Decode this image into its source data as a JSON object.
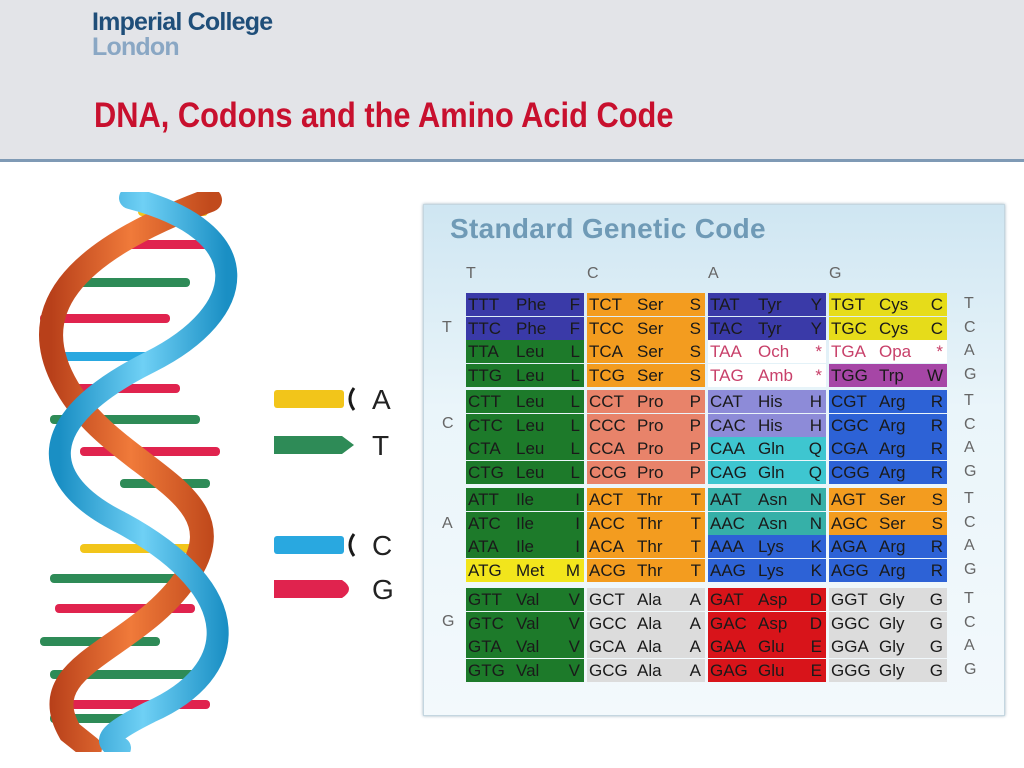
{
  "header": {
    "logo_line1": "Imperial College",
    "logo_line2": "London",
    "title": "DNA, Codons and the Amino Acid Code"
  },
  "legend": {
    "items": [
      {
        "label": "A",
        "color": "#f5c400"
      },
      {
        "label": "T",
        "color": "#2e8b57"
      },
      {
        "label": "C",
        "color": "#29a8e0"
      },
      {
        "label": "G",
        "color": "#e0234e"
      }
    ]
  },
  "table": {
    "title": "Standard Genetic Code",
    "second_bases": [
      "T",
      "C",
      "A",
      "G"
    ],
    "first_bases": [
      "T",
      "C",
      "A",
      "G"
    ],
    "third_bases": [
      "T",
      "C",
      "A",
      "G"
    ],
    "rows": [
      [
        [
          "TTT",
          "Phe",
          "F"
        ],
        [
          "TCT",
          "Ser",
          "S"
        ],
        [
          "TAT",
          "Tyr",
          "Y"
        ],
        [
          "TGT",
          "Cys",
          "C"
        ]
      ],
      [
        [
          "TTC",
          "Phe",
          "F"
        ],
        [
          "TCC",
          "Ser",
          "S"
        ],
        [
          "TAC",
          "Tyr",
          "Y"
        ],
        [
          "TGC",
          "Cys",
          "C"
        ]
      ],
      [
        [
          "TTA",
          "Leu",
          "L"
        ],
        [
          "TCA",
          "Ser",
          "S"
        ],
        [
          "TAA",
          "Och",
          "*"
        ],
        [
          "TGA",
          "Opa",
          "*"
        ]
      ],
      [
        [
          "TTG",
          "Leu",
          "L"
        ],
        [
          "TCG",
          "Ser",
          "S"
        ],
        [
          "TAG",
          "Amb",
          "*"
        ],
        [
          "TGG",
          "Trp",
          "W"
        ]
      ],
      [
        [
          "CTT",
          "Leu",
          "L"
        ],
        [
          "CCT",
          "Pro",
          "P"
        ],
        [
          "CAT",
          "His",
          "H"
        ],
        [
          "CGT",
          "Arg",
          "R"
        ]
      ],
      [
        [
          "CTC",
          "Leu",
          "L"
        ],
        [
          "CCC",
          "Pro",
          "P"
        ],
        [
          "CAC",
          "His",
          "H"
        ],
        [
          "CGC",
          "Arg",
          "R"
        ]
      ],
      [
        [
          "CTA",
          "Leu",
          "L"
        ],
        [
          "CCA",
          "Pro",
          "P"
        ],
        [
          "CAA",
          "Gln",
          "Q"
        ],
        [
          "CGA",
          "Arg",
          "R"
        ]
      ],
      [
        [
          "CTG",
          "Leu",
          "L"
        ],
        [
          "CCG",
          "Pro",
          "P"
        ],
        [
          "CAG",
          "Gln",
          "Q"
        ],
        [
          "CGG",
          "Arg",
          "R"
        ]
      ],
      [
        [
          "ATT",
          "Ile",
          "I"
        ],
        [
          "ACT",
          "Thr",
          "T"
        ],
        [
          "AAT",
          "Asn",
          "N"
        ],
        [
          "AGT",
          "Ser",
          "S"
        ]
      ],
      [
        [
          "ATC",
          "Ile",
          "I"
        ],
        [
          "ACC",
          "Thr",
          "T"
        ],
        [
          "AAC",
          "Asn",
          "N"
        ],
        [
          "AGC",
          "Ser",
          "S"
        ]
      ],
      [
        [
          "ATA",
          "Ile",
          "I"
        ],
        [
          "ACA",
          "Thr",
          "T"
        ],
        [
          "AAA",
          "Lys",
          "K"
        ],
        [
          "AGA",
          "Arg",
          "R"
        ]
      ],
      [
        [
          "ATG",
          "Met",
          "M"
        ],
        [
          "ACG",
          "Thr",
          "T"
        ],
        [
          "AAG",
          "Lys",
          "K"
        ],
        [
          "AGG",
          "Arg",
          "R"
        ]
      ],
      [
        [
          "GTT",
          "Val",
          "V"
        ],
        [
          "GCT",
          "Ala",
          "A"
        ],
        [
          "GAT",
          "Asp",
          "D"
        ],
        [
          "GGT",
          "Gly",
          "G"
        ]
      ],
      [
        [
          "GTC",
          "Val",
          "V"
        ],
        [
          "GCC",
          "Ala",
          "A"
        ],
        [
          "GAC",
          "Asp",
          "D"
        ],
        [
          "GGC",
          "Gly",
          "G"
        ]
      ],
      [
        [
          "GTA",
          "Val",
          "V"
        ],
        [
          "GCA",
          "Ala",
          "A"
        ],
        [
          "GAA",
          "Glu",
          "E"
        ],
        [
          "GGA",
          "Gly",
          "G"
        ]
      ],
      [
        [
          "GTG",
          "Val",
          "V"
        ],
        [
          "GCG",
          "Ala",
          "A"
        ],
        [
          "GAG",
          "Glu",
          "E"
        ],
        [
          "GGG",
          "Gly",
          "G"
        ]
      ]
    ],
    "colors": [
      [
        "#3a3aa8",
        "#f39c1f",
        "#3a3aa8",
        "#e6dc1a"
      ],
      [
        "#3a3aa8",
        "#f39c1f",
        "#3a3aa8",
        "#e6dc1a"
      ],
      [
        "#1d7a2a",
        "#f39c1f",
        "#ffffff",
        "#ffffff"
      ],
      [
        "#1d7a2a",
        "#f39c1f",
        "#ffffff",
        "#a646a6"
      ],
      [
        "#1d7a2a",
        "#e8836a",
        "#8d8bd8",
        "#2d62d6"
      ],
      [
        "#1d7a2a",
        "#e8836a",
        "#8d8bd8",
        "#2d62d6"
      ],
      [
        "#1d7a2a",
        "#e8836a",
        "#3ec6d0",
        "#2d62d6"
      ],
      [
        "#1d7a2a",
        "#e8836a",
        "#3ec6d0",
        "#2d62d6"
      ],
      [
        "#1d7a2a",
        "#f39c1f",
        "#36b0a8",
        "#f39c1f"
      ],
      [
        "#1d7a2a",
        "#f39c1f",
        "#36b0a8",
        "#f39c1f"
      ],
      [
        "#1d7a2a",
        "#f39c1f",
        "#2d62d6",
        "#2d62d6"
      ],
      [
        "#f2e51c",
        "#f39c1f",
        "#2d62d6",
        "#2d62d6"
      ],
      [
        "#1d7a2a",
        "#dcdcdc",
        "#d8141a",
        "#dcdcdc"
      ],
      [
        "#1d7a2a",
        "#dcdcdc",
        "#d8141a",
        "#dcdcdc"
      ],
      [
        "#1d7a2a",
        "#dcdcdc",
        "#d8141a",
        "#dcdcdc"
      ],
      [
        "#1d7a2a",
        "#dcdcdc",
        "#d8141a",
        "#dcdcdc"
      ]
    ],
    "text_colors": [
      [
        "#1a1a1a",
        "#1a1a1a",
        "#1a1a1a",
        "#1a1a1a"
      ],
      [
        "#1a1a1a",
        "#1a1a1a",
        "#1a1a1a",
        "#1a1a1a"
      ],
      [
        "#1a1a1a",
        "#1a1a1a",
        "#c8406a",
        "#c8406a"
      ],
      [
        "#1a1a1a",
        "#1a1a1a",
        "#c8406a",
        "#1a1a1a"
      ],
      [
        "#1a1a1a",
        "#1a1a1a",
        "#1a1a1a",
        "#1a1a1a"
      ],
      [
        "#1a1a1a",
        "#1a1a1a",
        "#1a1a1a",
        "#1a1a1a"
      ],
      [
        "#1a1a1a",
        "#1a1a1a",
        "#1a1a1a",
        "#1a1a1a"
      ],
      [
        "#1a1a1a",
        "#1a1a1a",
        "#1a1a1a",
        "#1a1a1a"
      ],
      [
        "#1a1a1a",
        "#1a1a1a",
        "#1a1a1a",
        "#1a1a1a"
      ],
      [
        "#1a1a1a",
        "#1a1a1a",
        "#1a1a1a",
        "#1a1a1a"
      ],
      [
        "#1a1a1a",
        "#1a1a1a",
        "#1a1a1a",
        "#1a1a1a"
      ],
      [
        "#1a1a1a",
        "#1a1a1a",
        "#1a1a1a",
        "#1a1a1a"
      ],
      [
        "#1a1a1a",
        "#1a1a1a",
        "#1a1a1a",
        "#1a1a1a"
      ],
      [
        "#1a1a1a",
        "#1a1a1a",
        "#1a1a1a",
        "#1a1a1a"
      ],
      [
        "#1a1a1a",
        "#1a1a1a",
        "#1a1a1a",
        "#1a1a1a"
      ],
      [
        "#1a1a1a",
        "#1a1a1a",
        "#1a1a1a",
        "#1a1a1a"
      ]
    ]
  }
}
